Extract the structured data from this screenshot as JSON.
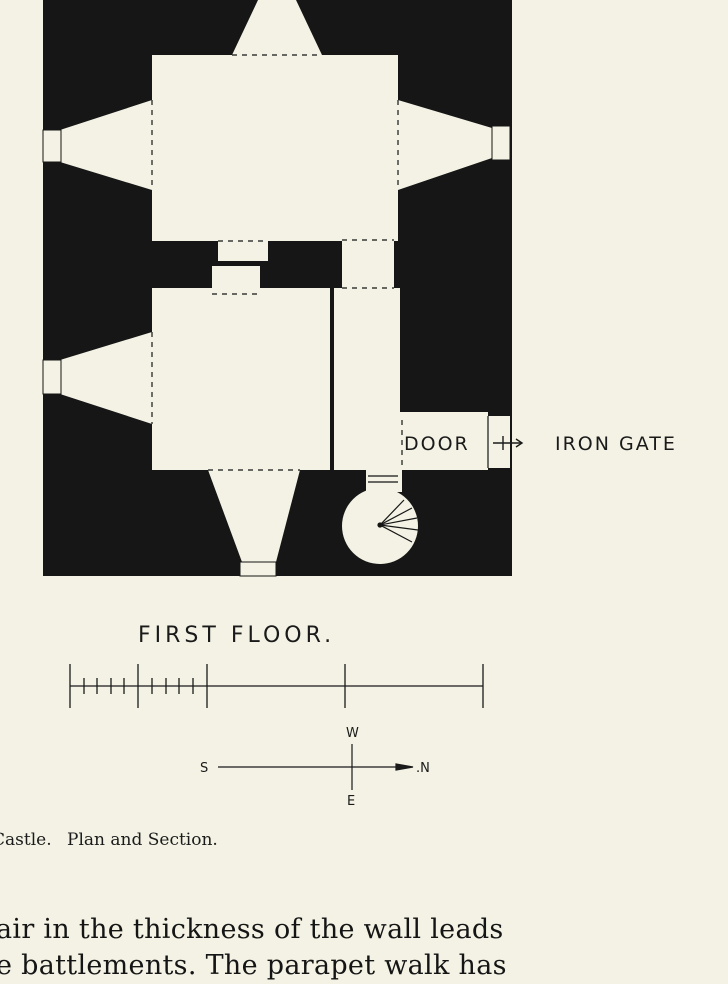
{
  "plan": {
    "door_label": "DOOR",
    "gate_label": "IRON GATE",
    "floor_title": "FIRST FLOOR."
  },
  "compass": {
    "west": "W",
    "south": "S",
    "north": ".N",
    "east": "E"
  },
  "caption": {
    "part1": "Castle.",
    "part2": "Plan and Section."
  },
  "text_lines": [
    "air in the thickness of the wall leads",
    "e battlements.   The parapet walk has"
  ],
  "colors": {
    "paper": "#f3f2e4",
    "ink": "#151515"
  }
}
